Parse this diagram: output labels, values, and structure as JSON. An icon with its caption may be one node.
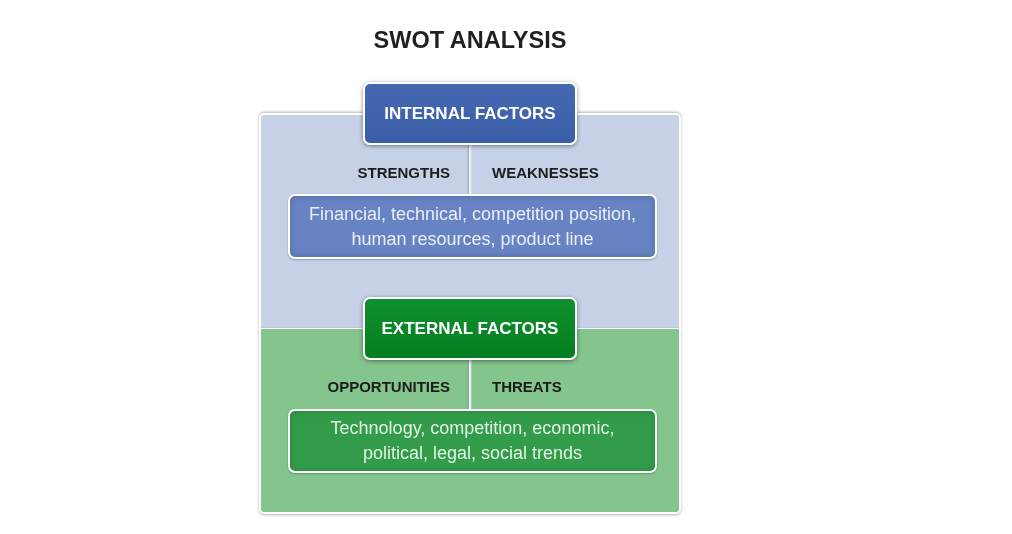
{
  "diagram": {
    "title": "SWOT ANALYSIS",
    "nodes": [
      {
        "text": [
          "INTERNAL FACTORS"
        ]
      },
      {
        "text": [
          "STRENGTHS",
          "WEAKNESSES"
        ]
      },
      {
        "text": [
          "Financial, technical, competition position, human resources, product line"
        ],
        "in": 1
      },
      {
        "text": [
          "EXTERNAL FACTORS"
        ]
      },
      {
        "text": [
          "OPPORTUNITIES",
          "THREATS"
        ]
      },
      {
        "text": [
          "Technology, competition, economic, political, legal, social trends"
        ],
        "in": 4
      }
    ],
    "edges": [
      {
        "from": 0,
        "to": 2,
        "arrow": "none"
      },
      {
        "from": 3,
        "to": 5,
        "arrow": "none"
      }
    ]
  }
}
